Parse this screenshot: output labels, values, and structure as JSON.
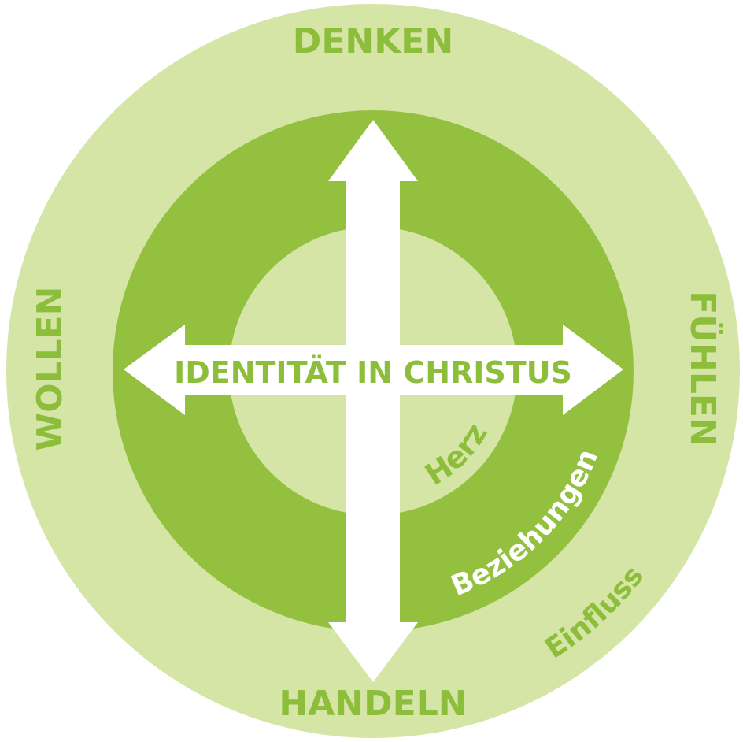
{
  "colors": {
    "outer": "#d5e5a6",
    "middle": "#93c13f",
    "text_green": "#8dbe3b",
    "white": "#ffffff"
  },
  "labels": {
    "top": "DENKEN",
    "right": "FÜHLEN",
    "bottom": "HANDELN",
    "left": "WOLLEN",
    "center": "IDENTITÄT IN CHRISTUS",
    "inner_ring": "Herz",
    "middle_ring": "Beziehungen",
    "outer_ring": "Einfluss"
  }
}
